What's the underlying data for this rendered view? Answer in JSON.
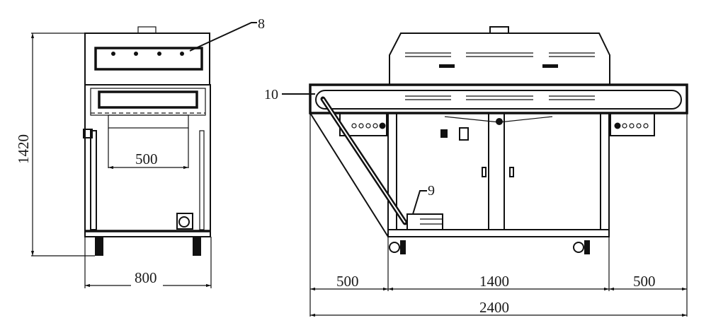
{
  "drawing": {
    "side_view": {
      "height_dim": "1420",
      "width_dim": "800",
      "inner_width_dim": "500",
      "callout": "8"
    },
    "front_view": {
      "left_dim": "500",
      "center_dim": "1400",
      "right_dim": "500",
      "total_dim": "2400",
      "callout_conveyor": "10",
      "callout_box": "9"
    }
  }
}
